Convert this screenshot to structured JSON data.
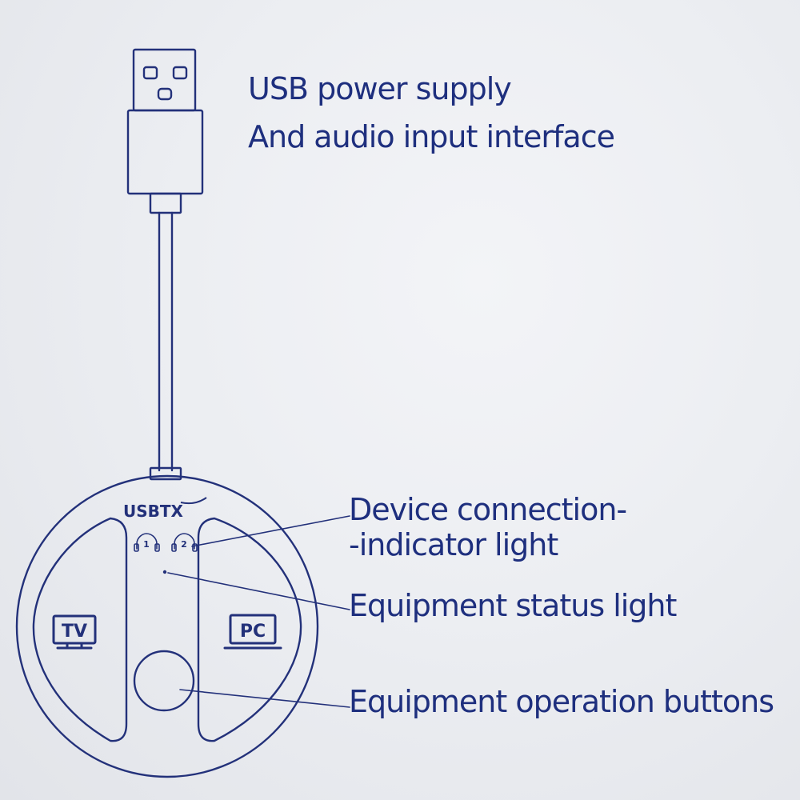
{
  "colors": {
    "line": "#23317a",
    "text": "#1e2f7e"
  },
  "labels": {
    "usb_line1": "USB power supply",
    "usb_line2": "And audio input interface",
    "connection_line1": "Device connection-",
    "connection_line2": "-indicator light",
    "status": "Equipment status light",
    "buttons": "Equipment operation buttons"
  },
  "device": {
    "brand": "USBTX",
    "left_button_label": "TV",
    "right_button_label": "PC",
    "headset_1": "1",
    "headset_2": "2"
  },
  "icons": [
    "usb-plug-icon",
    "headset-1-icon",
    "headset-2-icon",
    "tv-icon",
    "pc-laptop-icon"
  ]
}
